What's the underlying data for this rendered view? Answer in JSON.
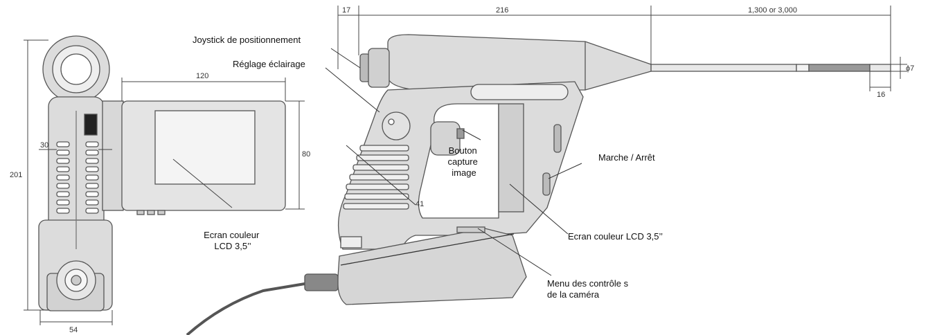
{
  "dimensions": {
    "d17": "17",
    "d216": "216",
    "d1300": "1,300 or 3,000",
    "phi7": "ϕ7",
    "d16": "16",
    "d120": "120",
    "d80": "80",
    "d201": "201",
    "d30": "30",
    "d54": "54",
    "d41": "41"
  },
  "labels": {
    "joystick": "Joystick de positionnement",
    "eclairage": "Réglage éclairage",
    "bouton_capture": [
      "Bouton",
      "capture",
      "image"
    ],
    "marche_arret": "Marche / Arrêt",
    "ecran_left": [
      "Ecran couleur",
      "LCD 3,5’’"
    ],
    "ecran_right": "Ecran couleur LCD 3,5’’",
    "menu": [
      "Menu  des contrôle s",
      "de la caméra"
    ]
  },
  "colors": {
    "body_fill": "#dcdcdc",
    "body_stroke": "#555555",
    "line": "#333333"
  }
}
